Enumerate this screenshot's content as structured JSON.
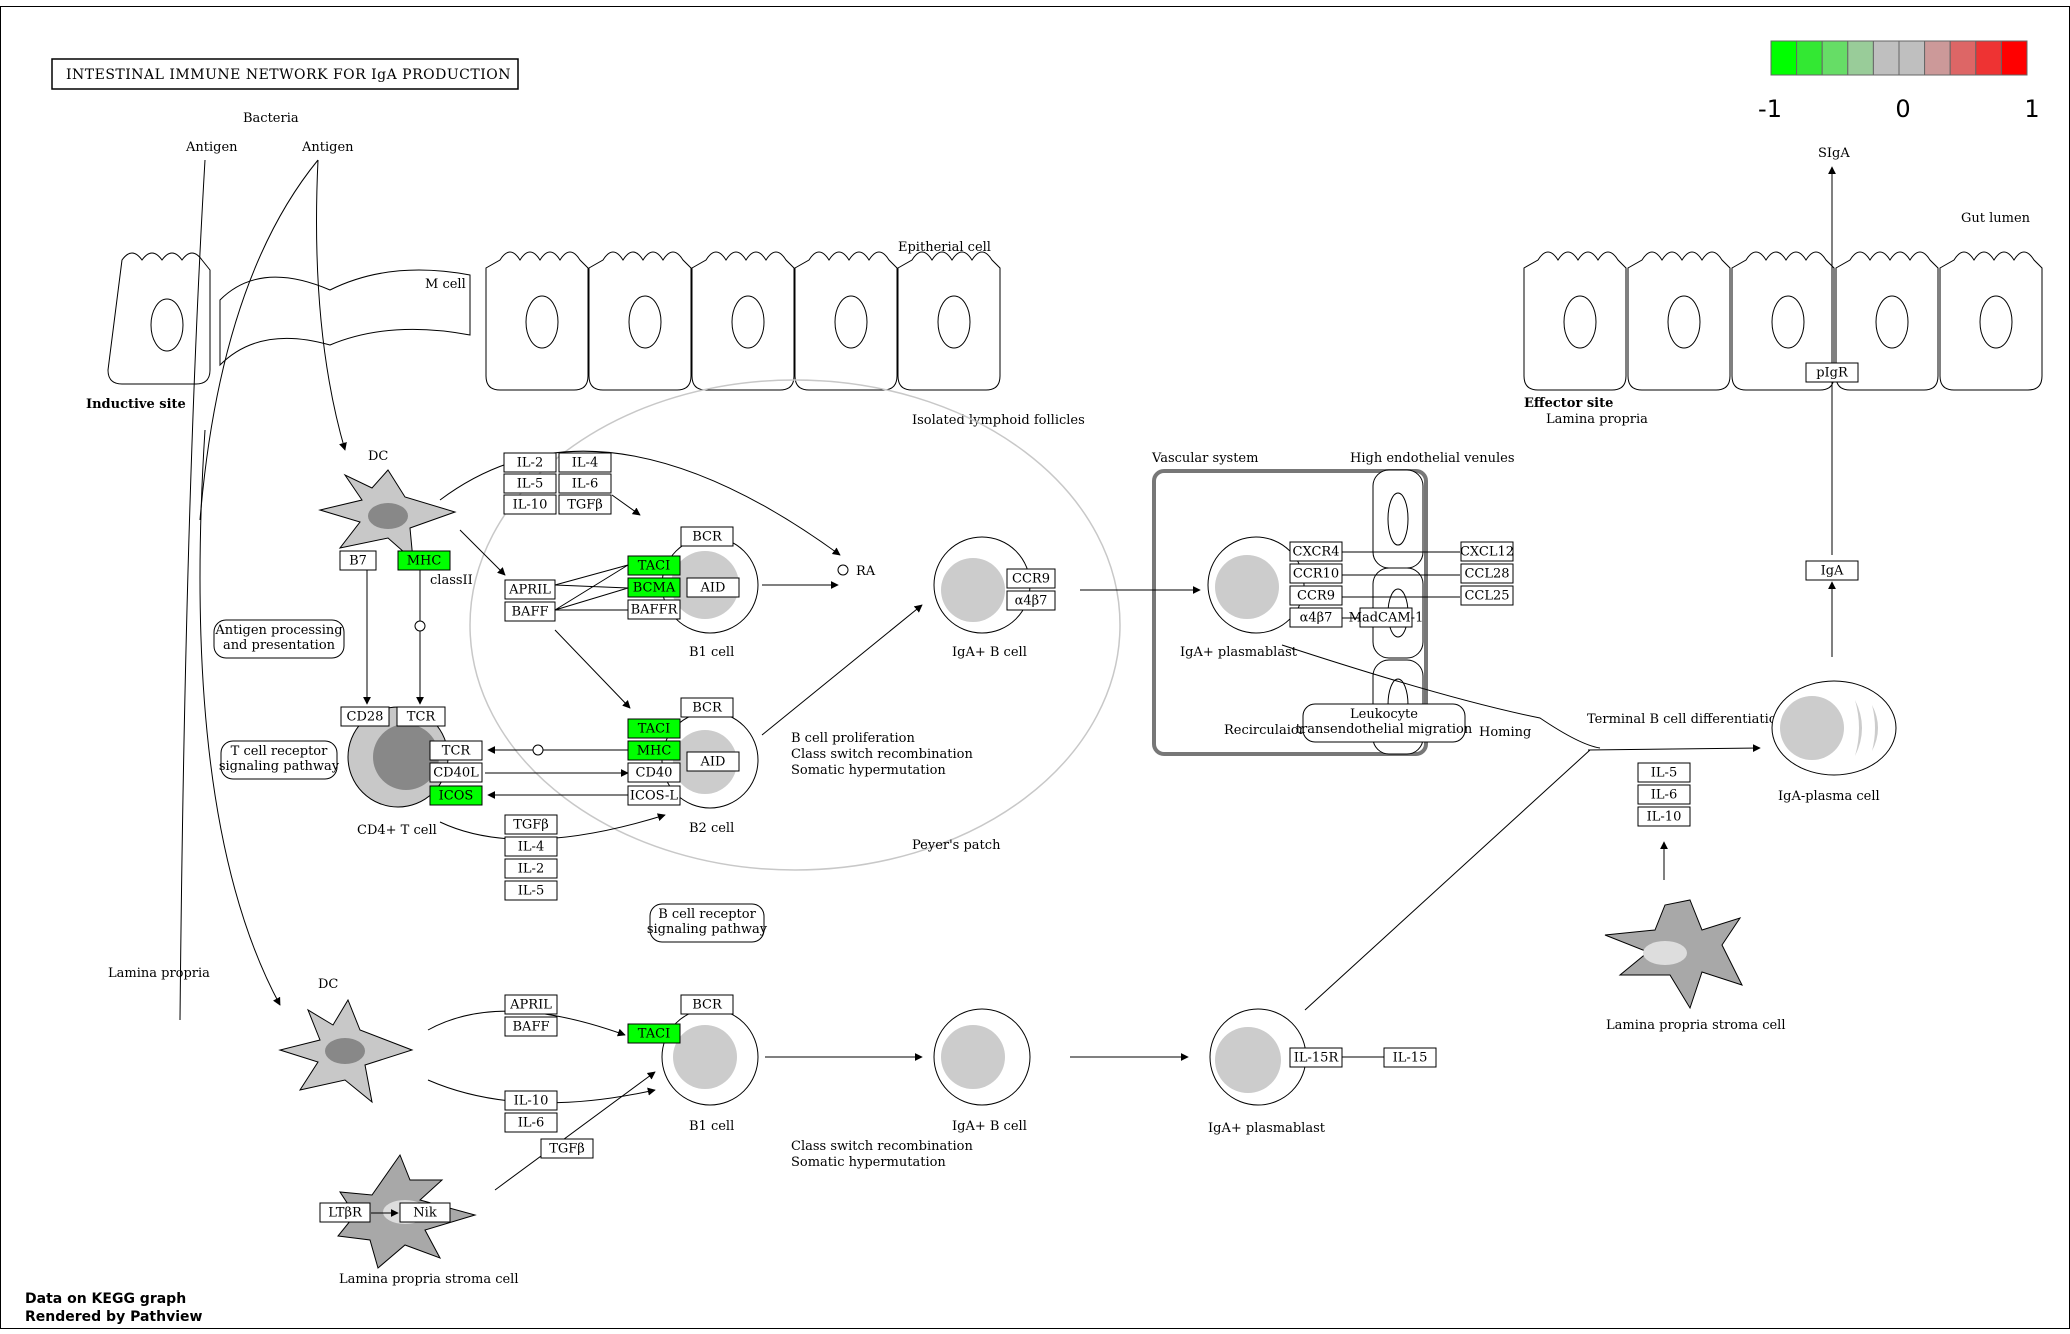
{
  "title": "INTESTINAL IMMUNE NETWORK FOR IgA PRODUCTION",
  "legend": {
    "min_label": "-1",
    "mid_label": "0",
    "max_label": "1",
    "colors": [
      "#00ff00",
      "#33e833",
      "#66dd66",
      "#99cc99",
      "#bfbfbf",
      "#bfbfbf",
      "#cc9999",
      "#dd6666",
      "#ee3333",
      "#ff0000"
    ]
  },
  "footer": {
    "line1": "Data on KEGG graph",
    "line2": "Rendered by Pathview"
  },
  "highlight_color": "#00ff00",
  "labels": {
    "bacteria": "Bacteria",
    "antigen_1": "Antigen",
    "antigen_2": "Antigen",
    "m_cell": "M cell",
    "epithelial_cell": "Epitherial cell",
    "inductive_site": "Inductive site",
    "isolated_lymphoid_follicles": "Isolated lymphoid follicles",
    "dc_top": "DC",
    "class_ii": "classII",
    "ra": "RA",
    "b1_cell_top": "B1 cell",
    "iga_b_cell_top": "IgA+ B cell",
    "b2_cell": "B2 cell",
    "cd4_t_cell": "CD4+ T cell",
    "b_prolif_1": "B cell proliferation",
    "b_prolif_2": "Class switch recombination",
    "b_prolif_3": "Somatic hypermutation",
    "peyers_patch": "Peyer's patch",
    "lamina_propria_left": "Lamina propria",
    "dc_bottom": "DC",
    "b1_cell_bottom": "B1 cell",
    "iga_b_cell_bottom": "IgA+ B cell",
    "iga_plasmablast_bottom": "IgA+ plasmablast",
    "csr_bottom_1": "Class switch recombination",
    "csr_bottom_2": "Somatic hypermutation",
    "lp_stroma_bottom": "Lamina propria stroma cell",
    "vascular_system": "Vascular system",
    "high_endothelial_venules": "High endothelial venules",
    "iga_plasmablast_top": "IgA+ plasmablast",
    "recirculaion": "Recirculaion",
    "homing": "Homing",
    "effector_site": "Effector site",
    "lamina_propria_right": "Lamina propria",
    "siga": "SIgA",
    "gut_lumen": "Gut lumen",
    "terminal_b": "Terminal B cell differentiation",
    "iga_plasma_cell": "IgA-plasma cell",
    "lp_stroma_right": "Lamina propria stroma cell"
  },
  "pathways": {
    "antigen_processing": [
      "Antigen processing",
      "and presentation"
    ],
    "tcr_signaling": [
      "T cell receptor",
      "signaling pathway"
    ],
    "bcr_signaling": [
      "B cell receptor",
      "signaling pathway"
    ],
    "leukocyte_migration": [
      "Leukocyte",
      "transendothelial migration"
    ]
  },
  "genes": {
    "b7": "B7",
    "mhc_dc": "MHC",
    "il2_a": "IL-2",
    "il4_a": "IL-4",
    "il5_a": "IL-5",
    "il6_a": "IL-6",
    "il10_a": "IL-10",
    "tgfb_a": "TGFβ",
    "april_a": "APRIL",
    "baff_a": "BAFF",
    "taci_a": "TACI",
    "bcma": "BCMA",
    "baffr": "BAFFR",
    "bcr_a": "BCR",
    "aid_a": "AID",
    "ccr9_a": "CCR9",
    "a4b7_a": "α4β7",
    "cd28": "CD28",
    "tcr_top": "TCR",
    "tcr": "TCR",
    "cd40l": "CD40L",
    "icos": "ICOS",
    "taci_b": "TACI",
    "mhc_b": "MHC",
    "cd40": "CD40",
    "icosl": "ICOS-L",
    "bcr_b": "BCR",
    "aid_b": "AID",
    "tgfb_b": "TGFβ",
    "il4_b": "IL-4",
    "il2_b": "IL-2",
    "il5_b": "IL-5",
    "april_c": "APRIL",
    "baff_c": "BAFF",
    "taci_c": "TACI",
    "bcr_c": "BCR",
    "il10_c": "IL-10",
    "il6_c": "IL-6",
    "tgfb_c": "TGFβ",
    "ltbr": "LTβR",
    "nik": "Nik",
    "il15r": "IL-15R",
    "il15": "IL-15",
    "cxcr4": "CXCR4",
    "ccr10": "CCR10",
    "ccr9_v": "CCR9",
    "a4b7_v": "α4β7",
    "madcam": "MadCAM-1",
    "cxcl12": "CXCL12",
    "ccl28": "CCL28",
    "ccl25": "CCL25",
    "pigr": "pIgR",
    "iga": "IgA",
    "il5_r": "IL-5",
    "il6_r": "IL-6",
    "il10_r": "IL-10"
  }
}
